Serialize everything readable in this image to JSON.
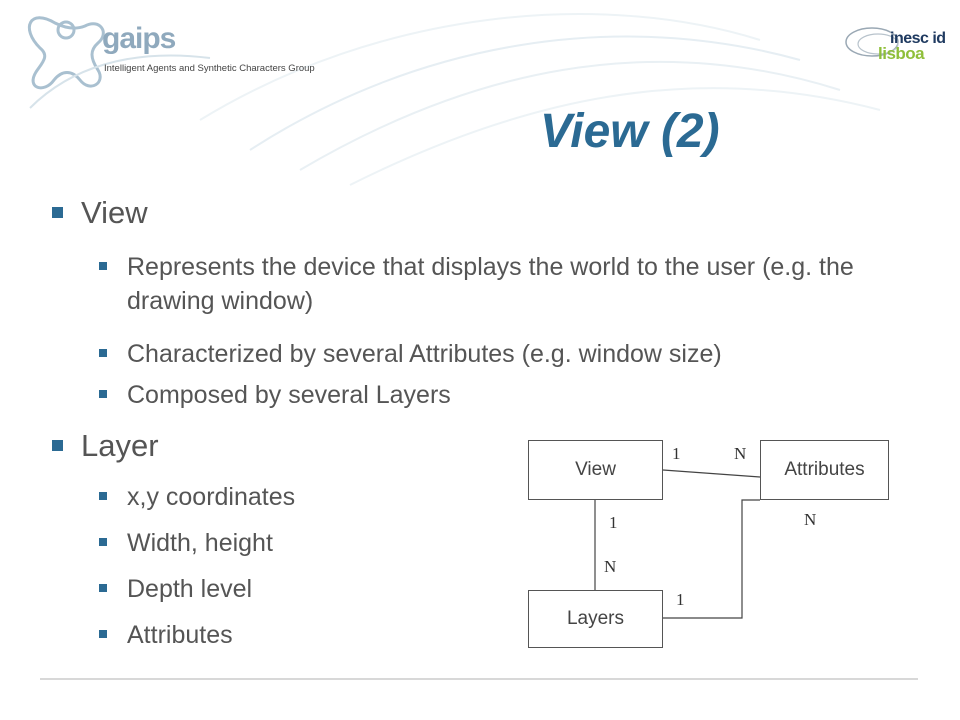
{
  "header": {
    "brand_name": "gaips",
    "brand_tagline": "Intelligent Agents and Synthetic Characters Group",
    "partner_top": "inesc id",
    "partner_bottom": "lisboa"
  },
  "slide": {
    "title": "View (2)",
    "bullets": [
      {
        "level": 1,
        "text": "View"
      },
      {
        "level": 2,
        "text": "Represents the device that displays the world to the user (e.g. the drawing window)"
      },
      {
        "level": 2,
        "text": "Characterized by several Attributes (e.g. window size)"
      },
      {
        "level": 2,
        "text": "Composed by several Layers"
      },
      {
        "level": 1,
        "text": "Layer"
      },
      {
        "level": 2,
        "text": "x,y coordinates"
      },
      {
        "level": 2,
        "text": "Width, height"
      },
      {
        "level": 2,
        "text": "Depth level"
      },
      {
        "level": 2,
        "text": "Attributes"
      }
    ]
  },
  "diagram": {
    "entities": {
      "view": "View",
      "attributes": "Attributes",
      "layers": "Layers"
    },
    "cardinalities": {
      "view_attr_view_side": "1",
      "view_attr_attr_side": "N",
      "view_layers_view_side": "1",
      "view_layers_layers_side": "N",
      "layers_attr_attr_side": "N",
      "layers_attr_layers_side": "1"
    }
  },
  "colors": {
    "accent": "#2b6a93",
    "text": "#555555"
  }
}
